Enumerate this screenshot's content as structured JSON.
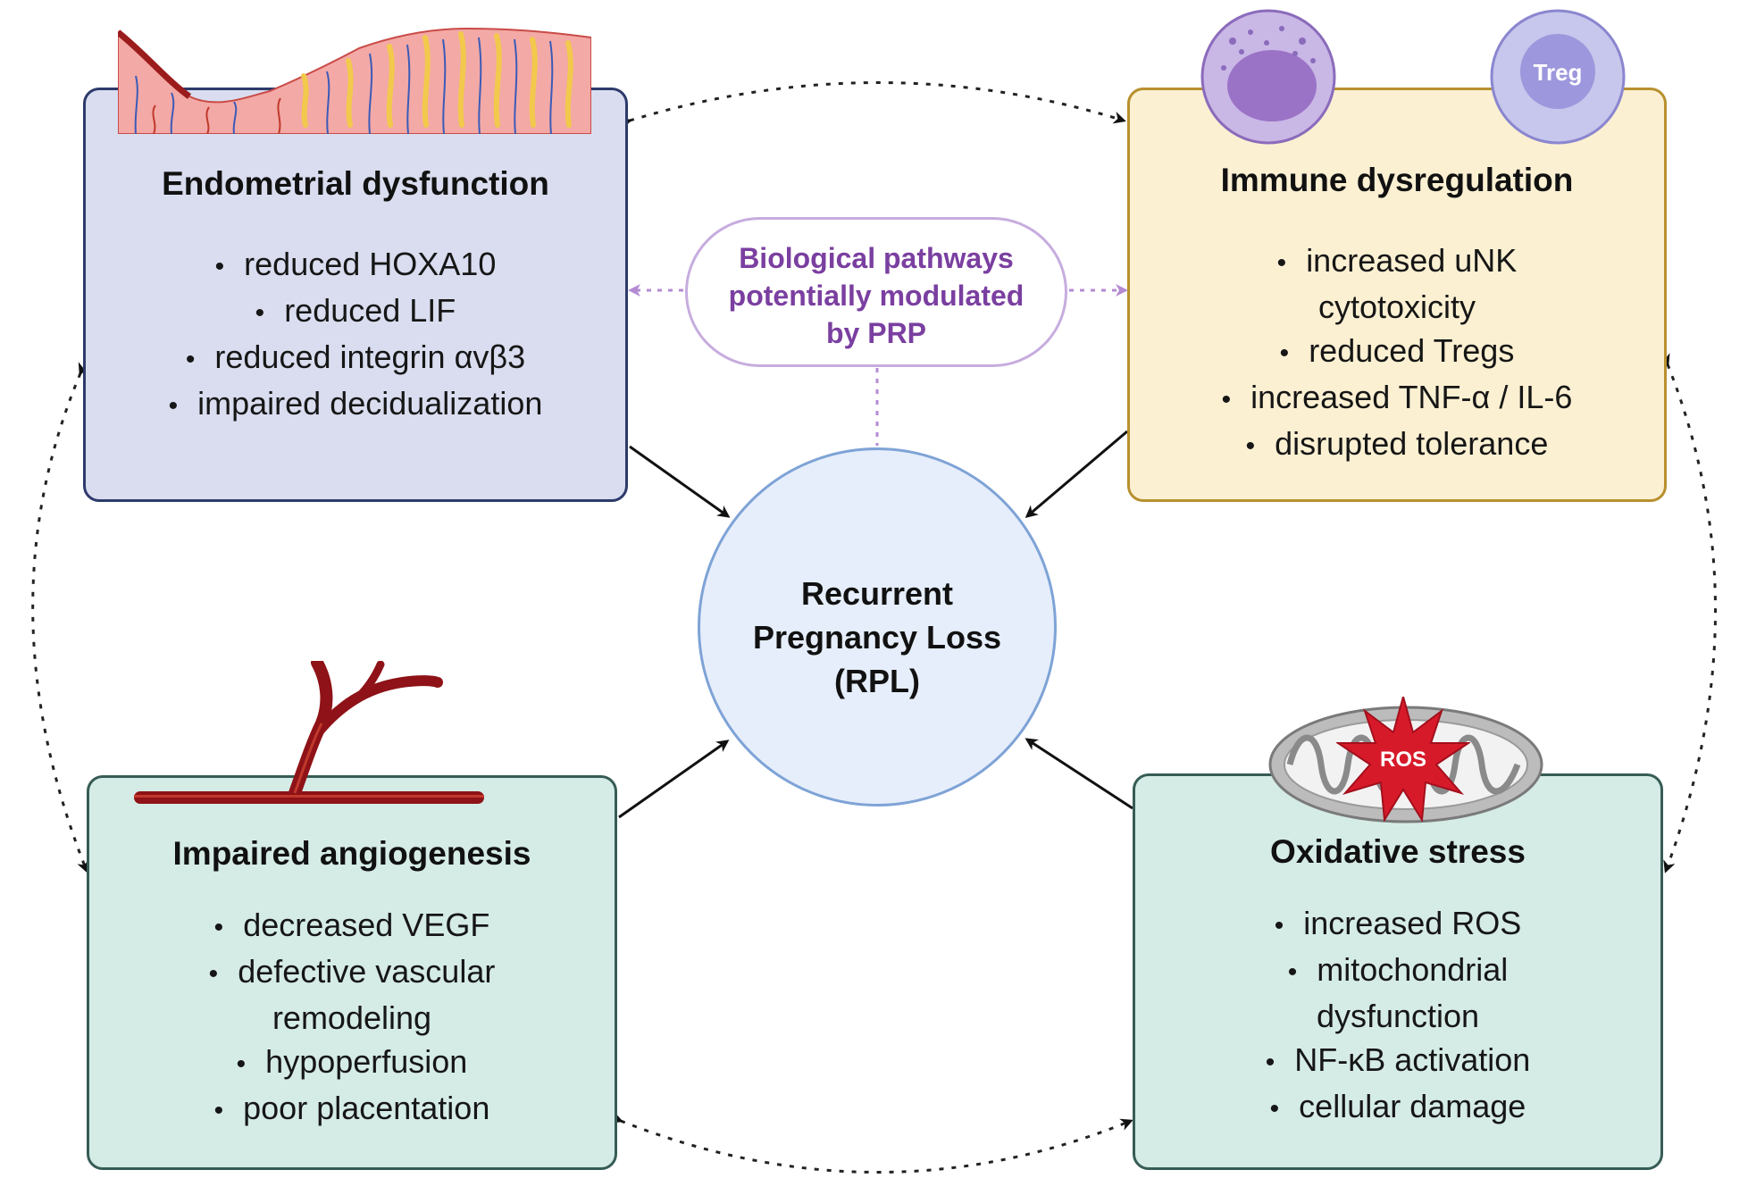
{
  "center": {
    "line1": "Recurrent",
    "line2": "Pregnancy Loss",
    "line3": "(RPL)"
  },
  "modulator": {
    "line1": "Biological pathways",
    "line2": "potentially modulated",
    "line3": "by PRP"
  },
  "endometrial": {
    "title": "Endometrial dysfunction",
    "items": [
      "reduced HOXA10",
      "reduced LIF",
      "reduced integrin αvβ3",
      "impaired decidualization"
    ]
  },
  "immune": {
    "title": "Immune dysregulation",
    "treg_label": "Treg",
    "items": [
      {
        "a": "increased uNK",
        "b": "cytotoxicity"
      },
      {
        "a": "reduced Tregs"
      },
      {
        "a": "increased TNF-α / IL-6"
      },
      {
        "a": "disrupted tolerance"
      }
    ]
  },
  "angiogenesis": {
    "title": "Impaired angiogenesis",
    "items": [
      {
        "a": "decreased VEGF"
      },
      {
        "a": "defective vascular",
        "b": "remodeling"
      },
      {
        "a": "hypoperfusion"
      },
      {
        "a": "poor placentation"
      }
    ]
  },
  "oxidative": {
    "title": "Oxidative stress",
    "ros_label": "ROS",
    "items": [
      {
        "a": "increased ROS"
      },
      {
        "a": "mitochondrial",
        "b": "dysfunction"
      },
      {
        "a": "NF-κB activation"
      },
      {
        "a": "cellular damage"
      }
    ]
  },
  "colors": {
    "endometrial_fill": "#d9ddef",
    "endometrial_border": "#2d3a6b",
    "immune_fill": "#fbf0d2",
    "immune_border": "#b8902e",
    "teal_fill": "#d5ebe6",
    "teal_border": "#365c55",
    "center_fill": "#e6eefb",
    "center_border": "#7ea3d6",
    "modulator_text": "#7a3fa0",
    "modulator_border": "#c7acdf",
    "ros_star": "#d71a2a",
    "vessel": "#8e1217"
  }
}
